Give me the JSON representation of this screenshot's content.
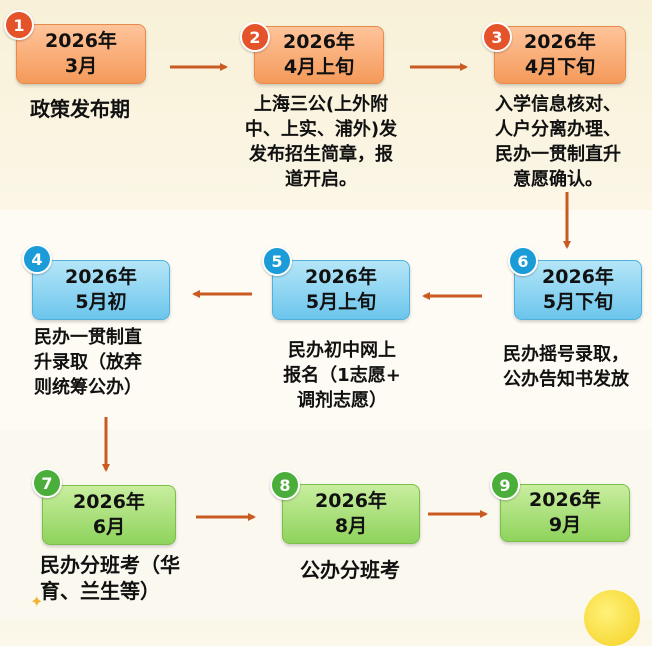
{
  "steps": [
    {
      "num": "1",
      "year": "2026年",
      "month": "3月",
      "desc": [
        "政策发布期"
      ]
    },
    {
      "num": "2",
      "year": "2026年",
      "month": "4月上旬",
      "desc": [
        "上海三公(上外附",
        "中、上实、浦外)发",
        "发布招生简章，报",
        "道开启。"
      ]
    },
    {
      "num": "3",
      "year": "2026年",
      "month": "4月下旬",
      "desc": [
        "入学信息核对、",
        "人户分离办理、",
        "民办一贯制直升",
        "意愿确认。"
      ]
    },
    {
      "num": "4",
      "year": "2026年",
      "month": "5月初",
      "desc": [
        "民办一贯制直",
        "升录取（放弃",
        "则统筹公办）"
      ]
    },
    {
      "num": "5",
      "year": "2026年",
      "month": "5月上旬",
      "desc": [
        "民办初中网上",
        "报名（1志愿+",
        "调剂志愿）"
      ]
    },
    {
      "num": "6",
      "year": "2026年",
      "month": "5月下旬",
      "desc": [
        "民办摇号录取，",
        "公办告知书发放"
      ]
    },
    {
      "num": "7",
      "year": "2026年",
      "month": "6月",
      "desc": [
        "民办分班考（华",
        "育、兰生等）"
      ]
    },
    {
      "num": "8",
      "year": "2026年",
      "month": "8月",
      "desc": [
        "公办分班考"
      ]
    },
    {
      "num": "9",
      "year": "2026年",
      "month": "9月",
      "desc": []
    }
  ],
  "colors": {
    "orange": "#f49a5a",
    "blue": "#6cc5ec",
    "green": "#8fd35c",
    "arrow": "#c85a22"
  }
}
